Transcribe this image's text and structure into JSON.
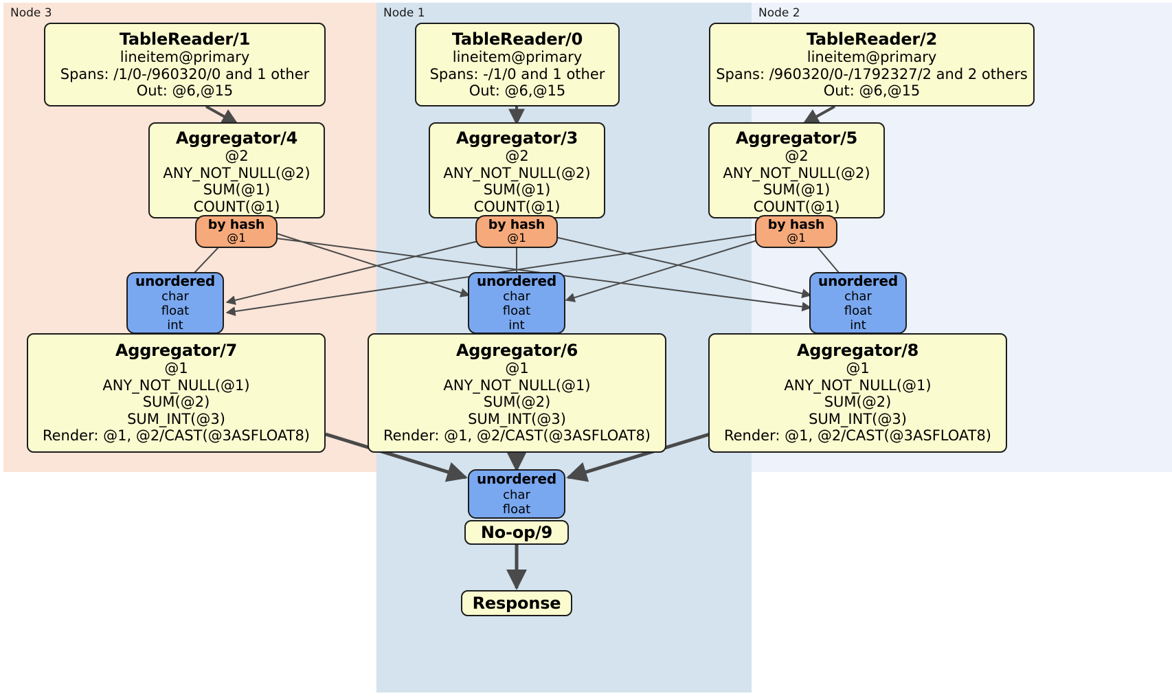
{
  "diagram": {
    "type": "distributed-query-plan",
    "title": "Distributed query physical plan"
  },
  "panels": [
    {
      "id": "node3",
      "label": "Node 3",
      "color": "#fbe4d8"
    },
    {
      "id": "node1",
      "label": "Node 1",
      "color": "#d4e3ee"
    },
    {
      "id": "node2",
      "label": "Node 2",
      "color": "#edf2fb"
    }
  ],
  "colors": {
    "processor_fill": "#fbfbd0",
    "router_fill": "#f6a97a",
    "synchronizer_fill": "#7aa8f0",
    "stroke": "#1c1c1c",
    "edge": "#4a4a4a"
  },
  "nodes": {
    "tr1": {
      "title": "TableReader/1",
      "lines": [
        "lineitem@primary",
        "Spans: /1/0-/960320/0 and 1 other",
        "Out: @6,@15"
      ]
    },
    "tr0": {
      "title": "TableReader/0",
      "lines": [
        "lineitem@primary",
        "Spans: -/1/0 and 1 other",
        "Out: @6,@15"
      ]
    },
    "tr2": {
      "title": "TableReader/2",
      "lines": [
        "lineitem@primary",
        "Spans: /960320/0-/1792327/2 and 2 others",
        "Out: @6,@15"
      ]
    },
    "agg4": {
      "title": "Aggregator/4",
      "lines": [
        "@2",
        "ANY_NOT_NULL(@2)",
        "SUM(@1)",
        "COUNT(@1)"
      ]
    },
    "agg3": {
      "title": "Aggregator/3",
      "lines": [
        "@2",
        "ANY_NOT_NULL(@2)",
        "SUM(@1)",
        "COUNT(@1)"
      ]
    },
    "agg5": {
      "title": "Aggregator/5",
      "lines": [
        "@2",
        "ANY_NOT_NULL(@2)",
        "SUM(@1)",
        "COUNT(@1)"
      ]
    },
    "hash_left": {
      "title": "by hash",
      "lines": [
        "@1"
      ]
    },
    "hash_mid": {
      "title": "by hash",
      "lines": [
        "@1"
      ]
    },
    "hash_right": {
      "title": "by hash",
      "lines": [
        "@1"
      ]
    },
    "sync_left": {
      "title": "unordered",
      "lines": [
        "char",
        "float",
        "int"
      ]
    },
    "sync_mid": {
      "title": "unordered",
      "lines": [
        "char",
        "float",
        "int"
      ]
    },
    "sync_right": {
      "title": "unordered",
      "lines": [
        "char",
        "float",
        "int"
      ]
    },
    "agg7": {
      "title": "Aggregator/7",
      "lines": [
        "@1",
        "ANY_NOT_NULL(@1)",
        "SUM(@2)",
        "SUM_INT(@3)",
        "Render: @1, @2/CAST(@3ASFLOAT8)"
      ]
    },
    "agg6": {
      "title": "Aggregator/6",
      "lines": [
        "@1",
        "ANY_NOT_NULL(@1)",
        "SUM(@2)",
        "SUM_INT(@3)",
        "Render: @1, @2/CAST(@3ASFLOAT8)"
      ]
    },
    "agg8": {
      "title": "Aggregator/8",
      "lines": [
        "@1",
        "ANY_NOT_NULL(@1)",
        "SUM(@2)",
        "SUM_INT(@3)",
        "Render: @1, @2/CAST(@3ASFLOAT8)"
      ]
    },
    "sync_final": {
      "title": "unordered",
      "lines": [
        "char",
        "float"
      ]
    },
    "noop9": {
      "title": "No-op/9",
      "lines": []
    },
    "response": {
      "title": "Response",
      "lines": []
    }
  }
}
